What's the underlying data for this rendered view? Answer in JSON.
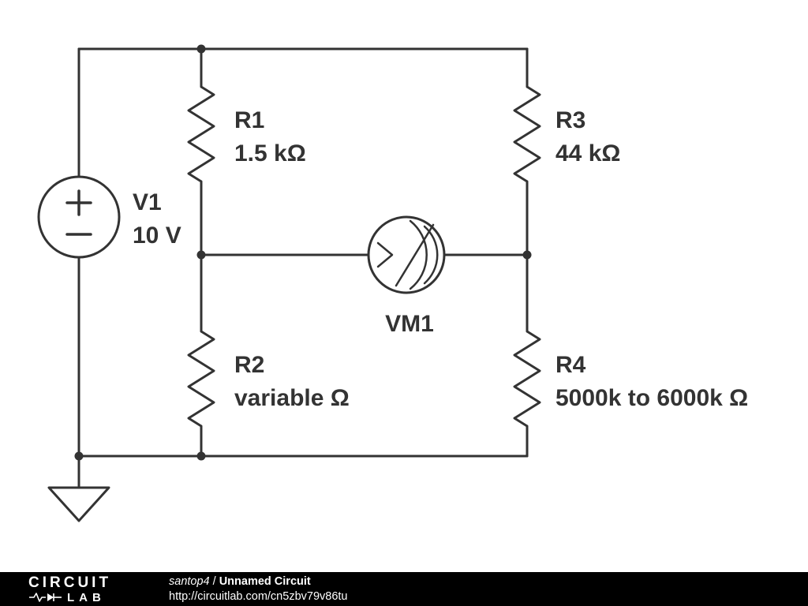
{
  "schematic": {
    "wire_color": "#333333",
    "components": {
      "v1": {
        "name": "V1",
        "value": "10 V",
        "type": "voltage-source"
      },
      "r1": {
        "name": "R1",
        "value": "1.5 kΩ",
        "type": "resistor"
      },
      "r2": {
        "name": "R2",
        "value": "variable Ω",
        "type": "resistor"
      },
      "r3": {
        "name": "R3",
        "value": "44 kΩ",
        "type": "resistor"
      },
      "r4": {
        "name": "R4",
        "value": "5000k to 6000k Ω",
        "type": "resistor"
      },
      "vm1": {
        "name": "VM1",
        "type": "voltmeter"
      }
    }
  },
  "footer": {
    "bg_color": "#000000",
    "text_color": "#ffffff",
    "logo_line1": "CIRCUIT",
    "logo_line2": "LAB",
    "author": "santop4",
    "separator": " / ",
    "title": "Unnamed Circuit",
    "url": "http://circuitlab.com/cn5zbv79v86tu"
  }
}
